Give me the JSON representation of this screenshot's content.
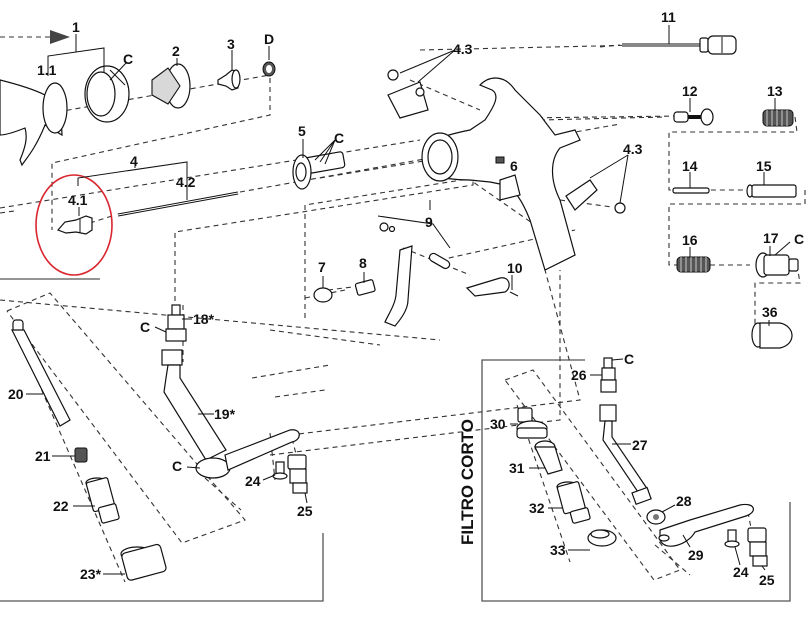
{
  "diagram": {
    "title": "Exploded parts view - spray gun",
    "highlight_color": "#d9262e",
    "highlighted_part": "4.1",
    "labels": {
      "p1": "1",
      "p1_1": "1.1",
      "c_cap": "C",
      "p2": "2",
      "p3": "3",
      "pD": "D",
      "p4": "4",
      "p4_1": "4.1",
      "p4_2": "4.2",
      "p4_3a": "4.3",
      "p4_3b": "4.3",
      "p5": "5",
      "c5": "C",
      "p6": "6",
      "p7": "7",
      "p8": "8",
      "p9": "9",
      "p10": "10",
      "p11": "11",
      "p12": "12",
      "p13": "13",
      "p14": "14",
      "p15": "15",
      "p16": "16",
      "p17": "17",
      "c17": "C",
      "p36": "36",
      "p18": "18*",
      "c18": "C",
      "p19": "19*",
      "c19": "C",
      "p20": "20",
      "p21": "21",
      "p22": "22",
      "p23": "23*",
      "p24a": "24",
      "p25a": "25",
      "p26": "26",
      "c26": "C",
      "p27": "27",
      "p28": "28",
      "p29": "29",
      "p30": "30",
      "p31": "31",
      "p32": "32",
      "p33": "33",
      "p24b": "24",
      "p25b": "25"
    },
    "section_title": "FILTRO CORTO"
  }
}
